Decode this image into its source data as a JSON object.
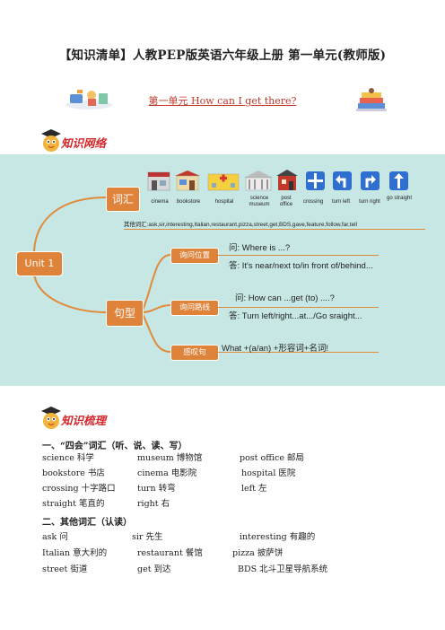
{
  "doc": {
    "title": "【知识清单】人教PEP版英语六年级上册  第一单元(教师版)",
    "unit_heading": "第一单元  How can I get there?"
  },
  "badges": {
    "network": "知识网络",
    "outline": "知识梳理"
  },
  "mindmap": {
    "root": "Unit 1",
    "vocab_node": "词汇",
    "sentence_node": "句型",
    "icons": [
      {
        "label": "cinema",
        "icon": "cinema-icon"
      },
      {
        "label": "bookstore",
        "icon": "bookstore-icon"
      },
      {
        "label": "hospital",
        "icon": "hospital-icon"
      },
      {
        "label": "science museum",
        "icon": "science-museum-icon"
      },
      {
        "label": "post office",
        "icon": "post-office-icon"
      },
      {
        "label": "crossing",
        "icon": "crossing-icon"
      },
      {
        "label": "turn left",
        "icon": "turn-left-icon"
      },
      {
        "label": "turn right",
        "icon": "turn-right-icon"
      },
      {
        "label": "go straight",
        "icon": "go-straight-icon"
      }
    ],
    "other_words": "其他词汇:ask,sir,interesting,Italian,restaurant,pizza,street,get,BDS,gave,feature,follow,far,tell",
    "ask_location": {
      "label": "询问位置",
      "q": "问:  Where is ...?",
      "a": "答:  It's near/next to/in front of/behind..."
    },
    "ask_route": {
      "label": "询问路线",
      "q": "问:  How can ...get (to) ....?",
      "a": "答:  Turn left/right...at.../Go sraight..."
    },
    "exclaim": {
      "label": "感叹句",
      "text": "What +(a/an) +形容词+名词!"
    }
  },
  "section1": {
    "heading": "一、“四会”词汇（听、说、读、写）",
    "rows": [
      [
        "science 科学",
        "museum 博物馆",
        "post office 邮局"
      ],
      [
        "bookstore  书店",
        "cinema 电影院",
        "hospital 医院"
      ],
      [
        "crossing 十字路口",
        "turn 转弯",
        "left  左"
      ],
      [
        "straight  笔直的",
        "right 右",
        ""
      ]
    ]
  },
  "section2": {
    "heading": "二、其他词汇（认读）",
    "rows": [
      [
        "ask 问",
        "sir 先生",
        "interesting 有趣的"
      ],
      [
        "Italian 意大利的",
        "restaurant 餐馆",
        "pizza 披萨饼"
      ],
      [
        "street 街道",
        "get 到达",
        "BDS 北斗卫星导航系统"
      ]
    ]
  },
  "colors": {
    "mindmap_bg": "#c7e7e4",
    "branch": "#e08a3c",
    "node_fill": "#e0833a",
    "accent_red": "#d4262a"
  }
}
